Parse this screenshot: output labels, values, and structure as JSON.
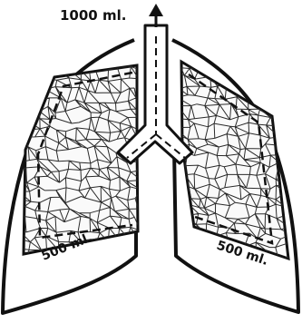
{
  "labels": {
    "total_volume": "1000 ml.",
    "left_lung_volume": "500 ml.",
    "right_lung_volume": "500 ml."
  },
  "colors": {
    "ink": "#111111",
    "paper": "#ffffff",
    "network": "#2a2a2a"
  }
}
